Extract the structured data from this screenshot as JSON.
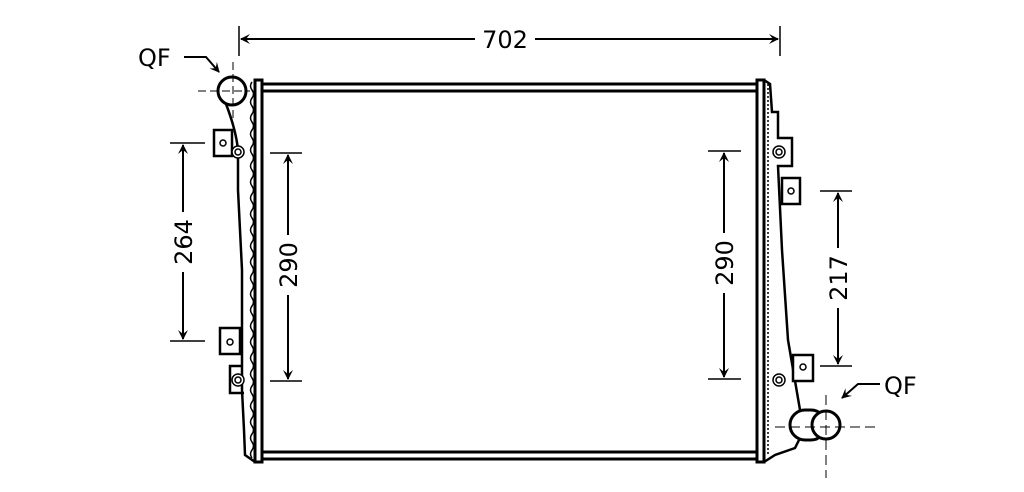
{
  "drawing": {
    "width_label": "702",
    "left_bracket_spacing": "264",
    "left_core_height": "290",
    "right_core_height": "290",
    "right_bracket_spacing": "217",
    "inlet_label": "QF",
    "outlet_label": "QF"
  },
  "colors": {
    "line": "#000000",
    "background": "#ffffff"
  }
}
